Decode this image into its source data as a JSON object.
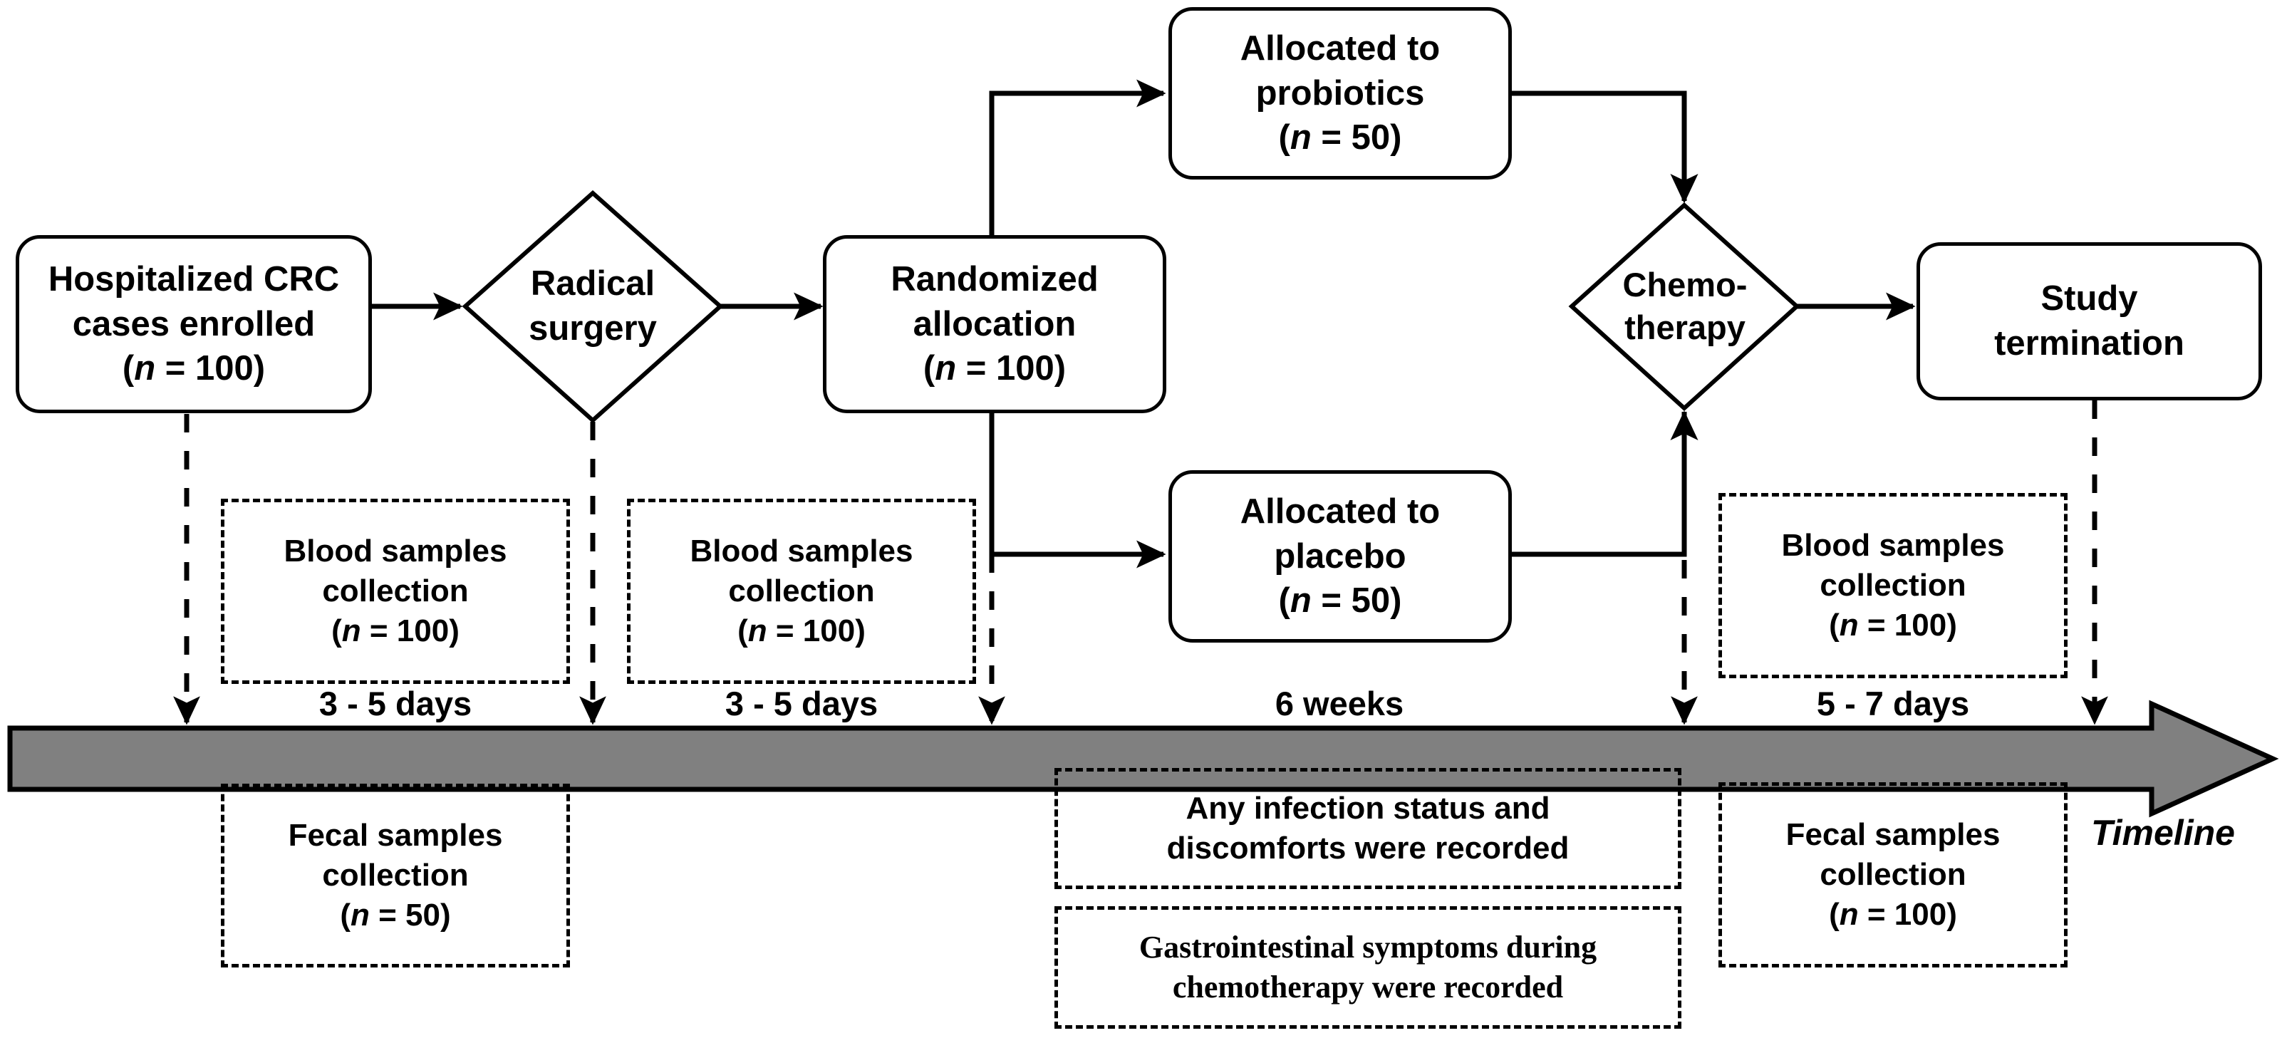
{
  "diagram": {
    "title": "Clinical trial study design flowchart",
    "timeline_label": "Timeline",
    "colors": {
      "stroke": "#000000",
      "timeline_fill": "#808080",
      "background": "#ffffff"
    },
    "nodes": [
      {
        "id": "enrolled",
        "shape": "rounded-rect",
        "lines": [
          "Hospitalized CRC",
          "cases enrolled",
          "(n = 100)"
        ],
        "n_line_index": 2,
        "n_prefix": "(",
        "n_italic": "n",
        "n_suffix": " = 100)"
      },
      {
        "id": "radical-surgery",
        "shape": "diamond",
        "lines": [
          "Radical",
          "surgery"
        ]
      },
      {
        "id": "randomized",
        "shape": "rounded-rect",
        "lines": [
          "Randomized",
          "allocation",
          "(n = 100)"
        ],
        "n_line_index": 2,
        "n_prefix": "(",
        "n_italic": "n",
        "n_suffix": " = 100)"
      },
      {
        "id": "probiotics",
        "shape": "rounded-rect",
        "lines": [
          "Allocated to",
          "probiotics",
          "(n = 50)"
        ],
        "n_line_index": 2,
        "n_prefix": "(",
        "n_italic": "n",
        "n_suffix": " = 50)"
      },
      {
        "id": "placebo",
        "shape": "rounded-rect",
        "lines": [
          "Allocated to",
          "placebo",
          "(n = 50)"
        ],
        "n_line_index": 2,
        "n_prefix": "(",
        "n_italic": "n",
        "n_suffix": " = 50)"
      },
      {
        "id": "chemotherapy",
        "shape": "diamond",
        "lines": [
          "Chemo-",
          "therapy"
        ]
      },
      {
        "id": "study-termination",
        "shape": "rounded-rect",
        "lines": [
          "Study",
          "termination"
        ]
      }
    ],
    "sample_boxes": [
      {
        "id": "blood-1",
        "lines": [
          "Blood samples",
          "collection",
          "(n = 100)"
        ],
        "n_prefix": "(",
        "n_italic": "n",
        "n_suffix": " = 100)"
      },
      {
        "id": "blood-2",
        "lines": [
          "Blood samples",
          "collection",
          "(n = 100)"
        ],
        "n_prefix": "(",
        "n_italic": "n",
        "n_suffix": " = 100)"
      },
      {
        "id": "blood-3",
        "lines": [
          "Blood samples",
          "collection",
          "(n = 100)"
        ],
        "n_prefix": "(",
        "n_italic": "n",
        "n_suffix": " = 100)"
      },
      {
        "id": "fecal-1",
        "lines": [
          "Fecal samples",
          "collection",
          "(n = 50)"
        ],
        "n_prefix": "(",
        "n_italic": "n",
        "n_suffix": " = 50)"
      },
      {
        "id": "fecal-2",
        "lines": [
          "Fecal samples",
          "collection",
          "(n = 100)"
        ],
        "n_prefix": "(",
        "n_italic": "n",
        "n_suffix": " = 100)"
      }
    ],
    "note_boxes": [
      {
        "id": "infection-note",
        "lines": [
          "Any infection status and",
          "discomforts were recorded"
        ],
        "font": "sans"
      },
      {
        "id": "gi-note",
        "lines": [
          "Gastrointestinal symptoms during",
          "chemotherapy were recorded"
        ],
        "font": "serif"
      }
    ],
    "interval_labels": [
      {
        "id": "interval-1",
        "text": "3 - 5 days"
      },
      {
        "id": "interval-2",
        "text": "3 - 5 days"
      },
      {
        "id": "interval-3",
        "text": "6 weeks"
      },
      {
        "id": "interval-4",
        "text": "5 - 7 days"
      }
    ],
    "node_labels": {
      "enrolled_l1": "Hospitalized CRC",
      "enrolled_l2": "cases enrolled",
      "enrolled_l3_pre": "(",
      "enrolled_l3_it": "n",
      "enrolled_l3_post": " = 100)",
      "radical_l1": "Radical",
      "radical_l2": "surgery",
      "random_l1": "Randomized",
      "random_l2": "allocation",
      "random_l3_pre": "(",
      "random_l3_it": "n",
      "random_l3_post": " = 100)",
      "prob_l1": "Allocated to",
      "prob_l2": "probiotics",
      "prob_l3_pre": "(",
      "prob_l3_it": "n",
      "prob_l3_post": " = 50)",
      "plac_l1": "Allocated to",
      "plac_l2": "placebo",
      "plac_l3_pre": "(",
      "plac_l3_it": "n",
      "plac_l3_post": " = 50)",
      "chemo_l1": "Chemo-",
      "chemo_l2": "therapy",
      "term_l1": "Study",
      "term_l2": "termination",
      "blood_l1": "Blood samples",
      "blood_l2": "collection",
      "n100_pre": "(",
      "n100_it": "n",
      "n100_post": " = 100)",
      "n50_pre": "(",
      "n50_it": "n",
      "n50_post": " = 50)",
      "fecal_l1": "Fecal samples",
      "fecal_l2": "collection",
      "infect_l1": "Any infection status and",
      "infect_l2": "discomforts were recorded",
      "gi_l1": "Gastrointestinal symptoms during",
      "gi_l2": "chemotherapy were recorded",
      "days35_a": "3 - 5 days",
      "days35_b": "3 - 5 days",
      "weeks6": "6 weeks",
      "days57": "5 - 7 days",
      "timeline": "Timeline"
    }
  }
}
